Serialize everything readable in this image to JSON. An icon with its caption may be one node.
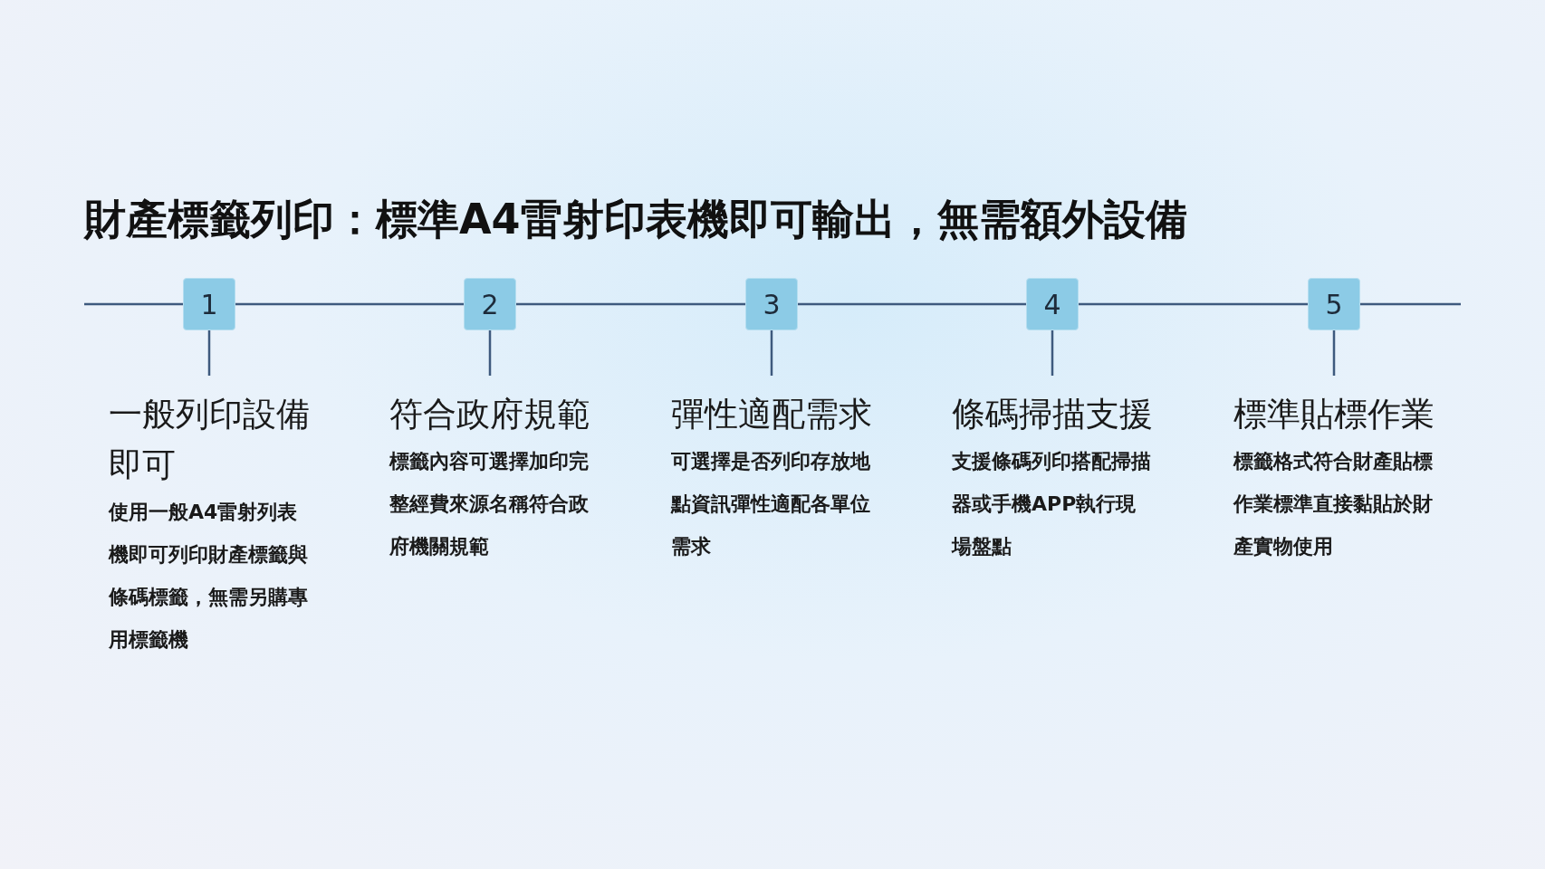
{
  "diagram": {
    "title": "財產標籤列印：標準A4雷射印表機即可輸出，無需額外設備",
    "nodes": [
      {
        "text": [
          "1"
        ]
      },
      {
        "text": [
          "2"
        ]
      },
      {
        "text": [
          "3"
        ]
      },
      {
        "text": [
          "4"
        ]
      },
      {
        "text": [
          "5"
        ]
      },
      {
        "text": [
          "一般列印設備即可",
          "使用一般A4雷射列表機即可列印財產標籤與條碼標籤，無需另購專用標籤機"
        ]
      },
      {
        "text": [
          "符合政府規範",
          "標籤內容可選擇加印完整經費來源名稱符合政府機關規範"
        ]
      },
      {
        "text": [
          "彈性適配需求",
          "可選擇是否列印存放地點資訊彈性適配各單位需求"
        ]
      },
      {
        "text": [
          "條碼掃描支援",
          "支援條碼列印搭配掃描器或手機APP執行現場盤點"
        ]
      },
      {
        "text": [
          "標準貼標作業",
          "標籤格式符合財產貼標作業標準直接黏貼於財產實物使用"
        ]
      }
    ],
    "edges": [
      {
        "from": 0,
        "to": 5,
        "arrow": "none"
      },
      {
        "from": 1,
        "to": 6,
        "arrow": "none"
      },
      {
        "from": 2,
        "to": 7,
        "arrow": "none"
      },
      {
        "from": 3,
        "to": 8,
        "arrow": "none"
      },
      {
        "from": 4,
        "to": 9,
        "arrow": "none"
      }
    ]
  }
}
